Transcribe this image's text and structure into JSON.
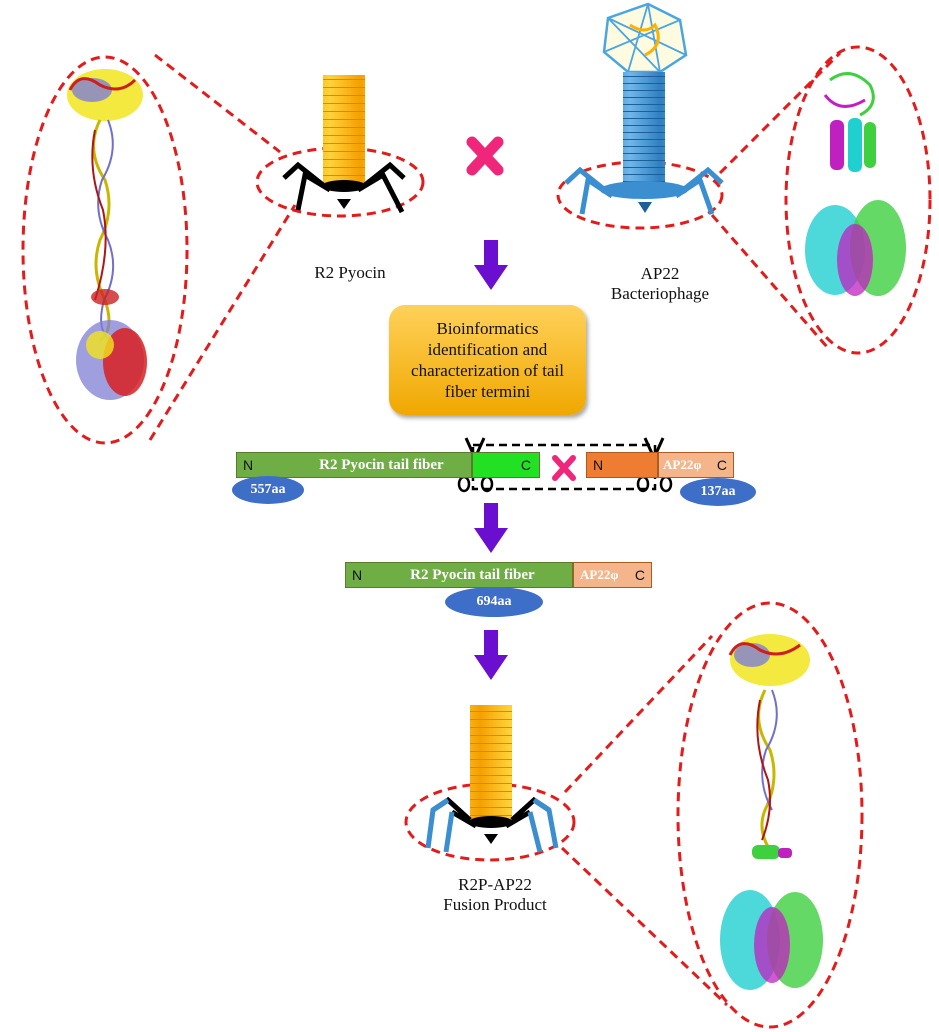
{
  "labels": {
    "r2_pyocin": "R2 Pyocin",
    "ap22_line1": "AP22",
    "ap22_line2": "Bacteriophage",
    "fusion_line1": "R2P-AP22",
    "fusion_line2": "Fusion Product"
  },
  "process_box": {
    "text": "Bioinformatics identification and characterization of tail fiber termini"
  },
  "gene_row": {
    "r2_fiber": {
      "n": "N",
      "label": "R2 Pyocin tail fiber",
      "c": "C",
      "length": "557aa"
    },
    "ap22_fiber": {
      "n": "N",
      "label": "AP22φ",
      "c": "C",
      "length": "137aa"
    }
  },
  "fusion_gene": {
    "n": "N",
    "label": "R2 Pyocin tail fiber",
    "suffix": "AP22φ",
    "c": "C",
    "length": "694aa"
  },
  "colors": {
    "dashed_red": "#e31b1b",
    "arrow_purple": "#6a0fd0",
    "cross_pink": "#f0267a",
    "pyocin_orange": "#ffb000",
    "phage_blue": "#3b8fd1",
    "fiber_green": "#6fae44",
    "ap22_orange": "#ee7d32",
    "ap22_light": "#f5b58a",
    "badge_blue": "#3e6fc8"
  },
  "icons": [
    "scissors-icon",
    "cross-icon",
    "arrow-down-icon"
  ]
}
